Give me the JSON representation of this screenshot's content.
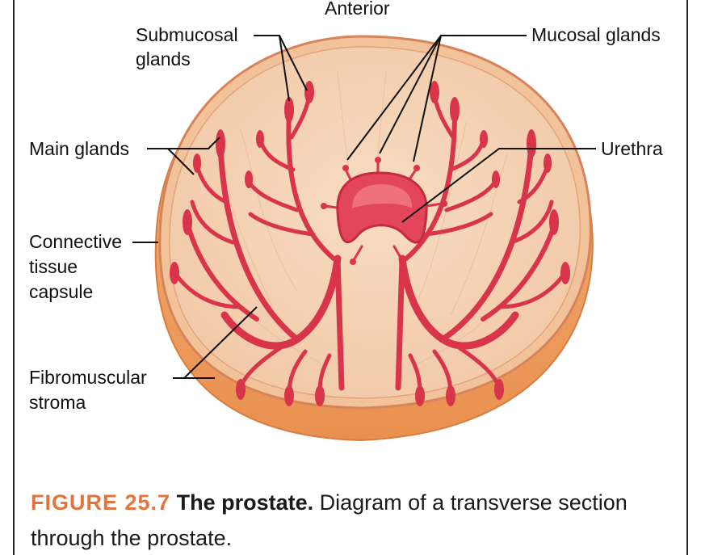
{
  "labels": {
    "top": "Anterior",
    "submucosal_line1": "Submucosal",
    "submucosal_line2": "glands",
    "mucosal": "Mucosal glands",
    "main": "Main glands",
    "urethra": "Urethra",
    "capsule_line1": "Connective",
    "capsule_line2": "tissue",
    "capsule_line3": "capsule",
    "stroma_line1": "Fibromuscular",
    "stroma_line2": "stroma"
  },
  "caption": {
    "number": "FIGURE 25.7",
    "title": "The prostate.",
    "text": "Diagram of a transverse section through the prostate."
  },
  "colors": {
    "tissue": "#f4d2b4",
    "capsule": "#efa46a",
    "gland": "#d8344a",
    "gland_lumen": "#f07a84",
    "caption_accent": "#e3743c"
  }
}
